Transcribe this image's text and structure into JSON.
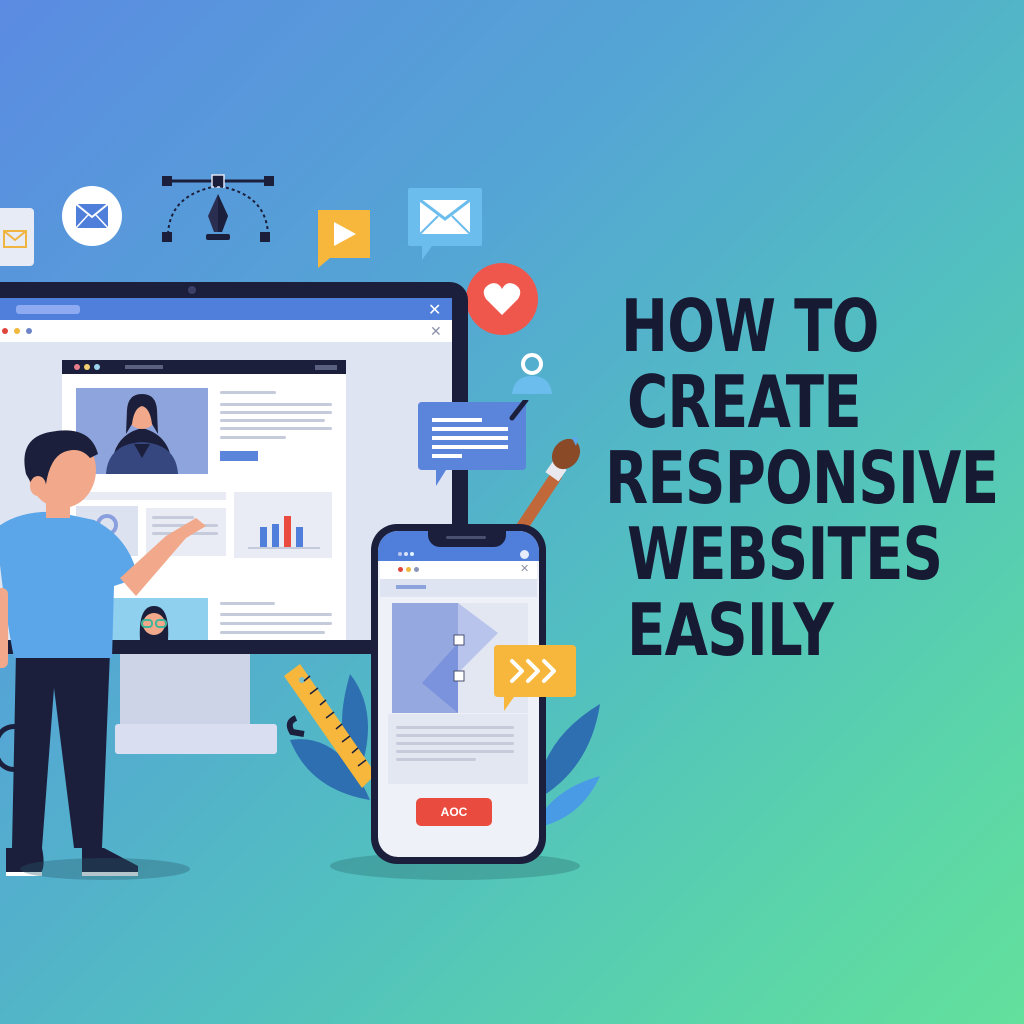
{
  "headline": {
    "lines": [
      "HOW TO",
      "CREATE",
      "RESPONSIVE",
      "WEBSITES",
      "EASILY"
    ]
  },
  "phone": {
    "cta_label": "AOC"
  },
  "floating_icons": [
    "briefcase-mail-icon",
    "mail-icon",
    "pen-tool-icon",
    "play-icon",
    "mail-chat-icon",
    "heart-icon",
    "user-pin-icon",
    "chat-lines-icon",
    "paintbrush-icon",
    "forward-arrows-icon",
    "ruler-icon"
  ],
  "colors": {
    "bg_start": "#5b8be2",
    "bg_end": "#63e09c",
    "headline": "#161a33",
    "accent_red": "#ea4b3f",
    "accent_yellow": "#f6b73c",
    "accent_blue": "#4f7fdb",
    "dark": "#1b1f3b"
  },
  "chart_in_screen": {
    "type": "bar",
    "values": [
      3,
      4,
      7,
      3
    ],
    "colors": [
      "#4f7fdb",
      "#4f7fdb",
      "#ea4b3f",
      "#4f7fdb"
    ]
  }
}
